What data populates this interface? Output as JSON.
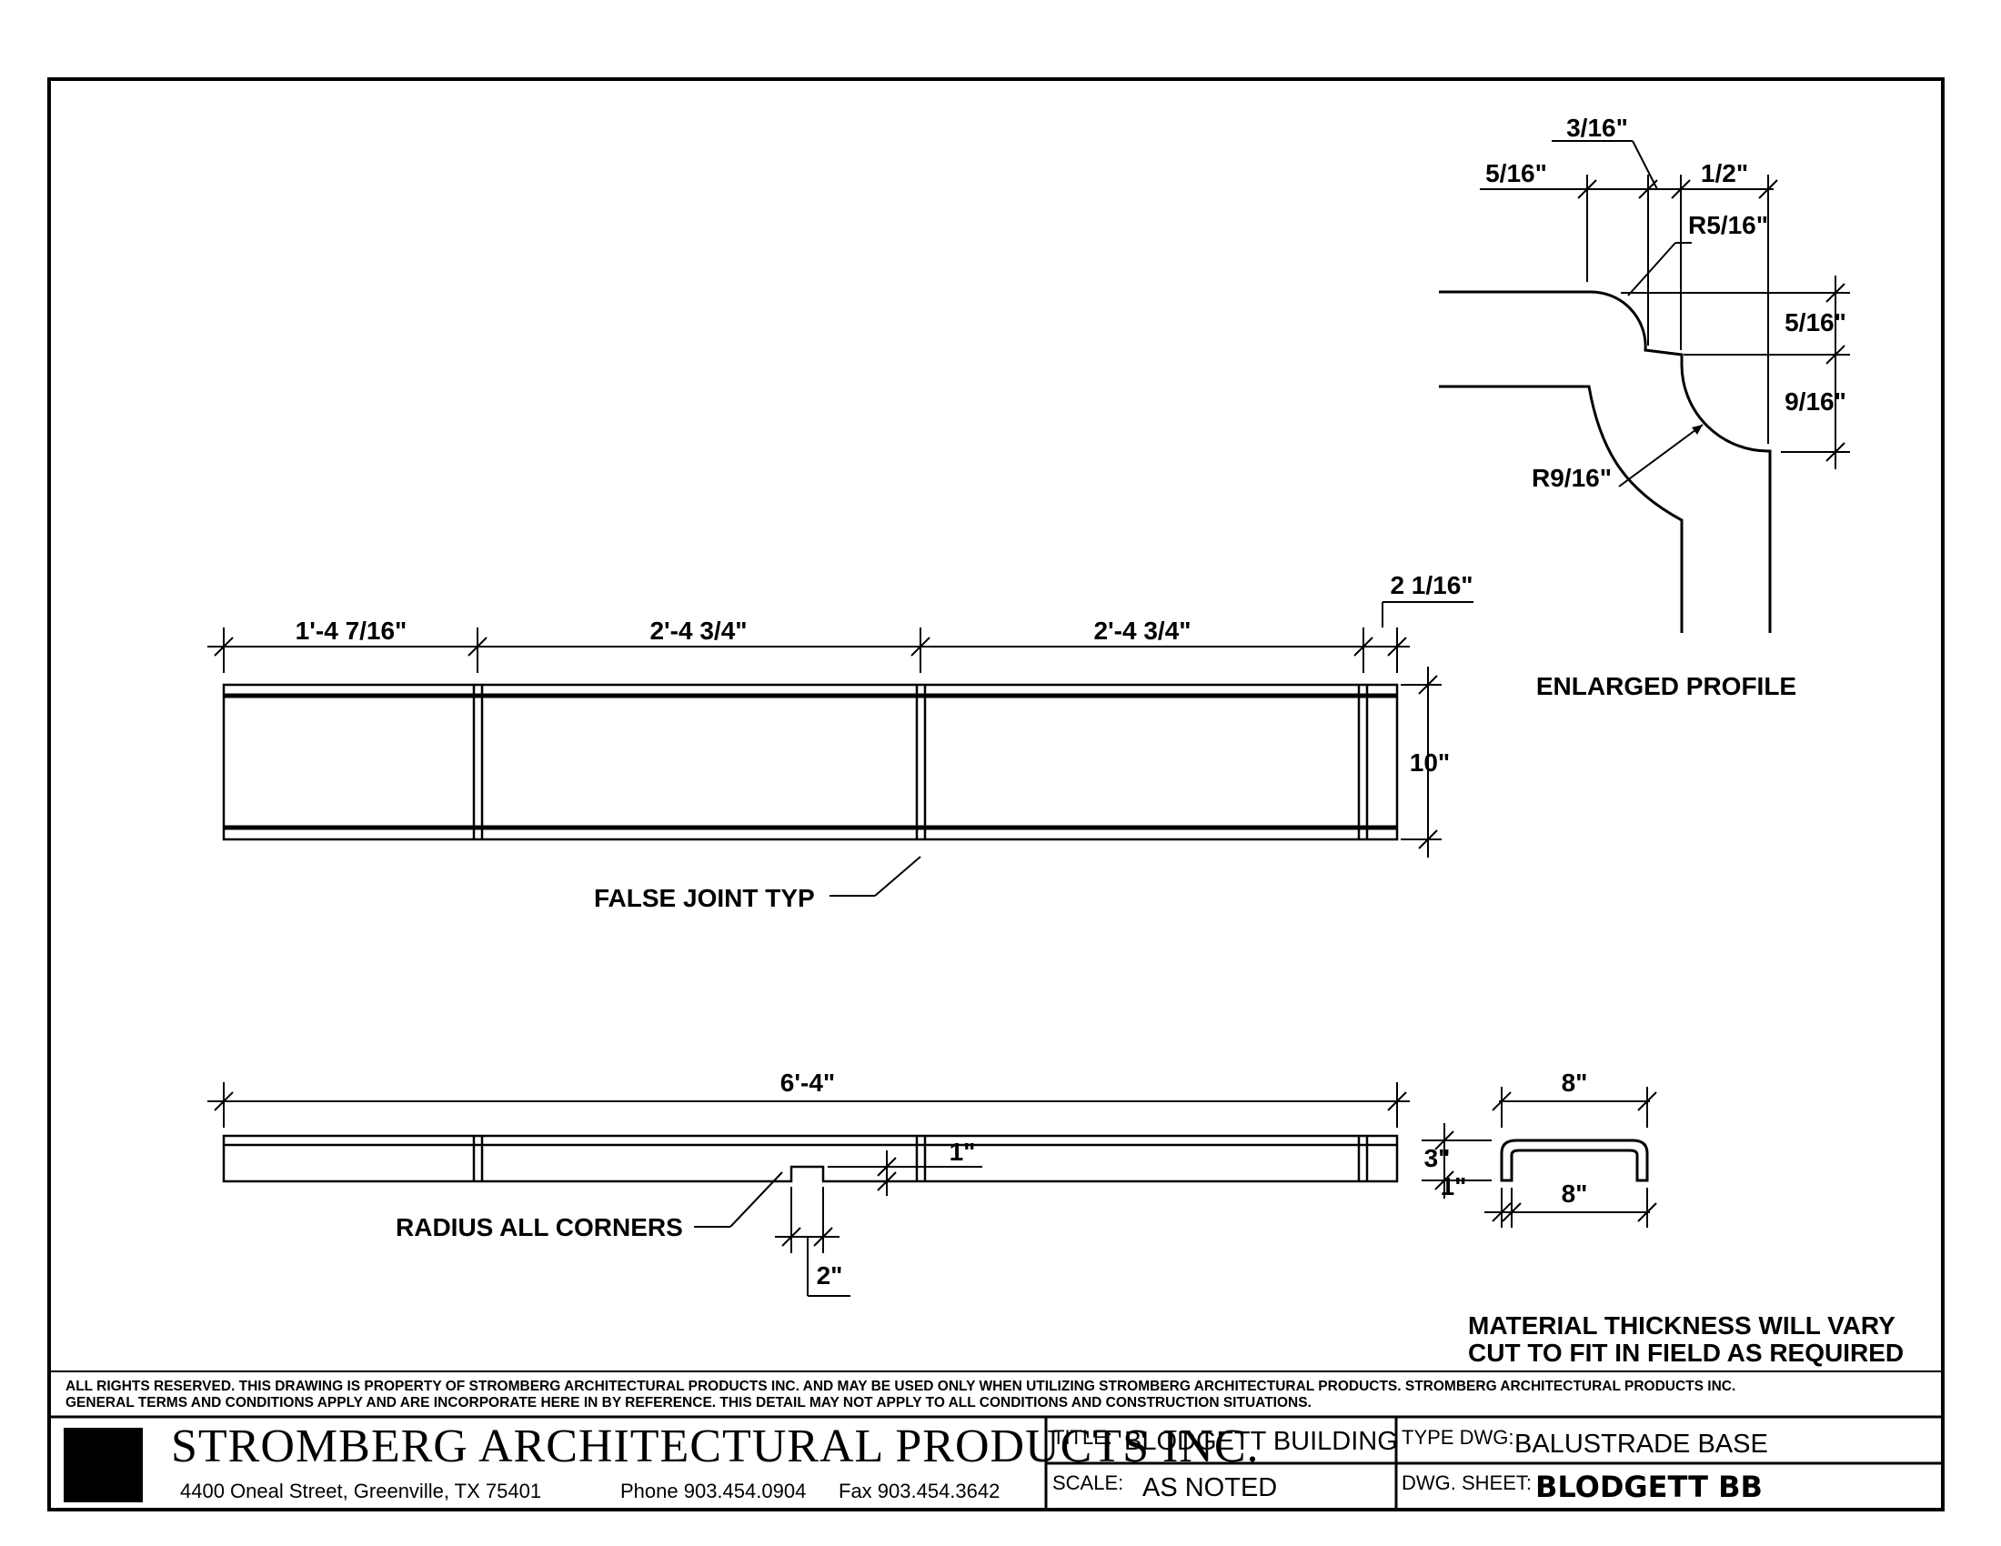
{
  "front_view": {
    "dims": [
      "1'-4 7/16\"",
      "2'-4 3/4\"",
      "2'-4 3/4\"",
      "2 1/16\""
    ],
    "height_dim": "10\"",
    "note": "FALSE JOINT TYP"
  },
  "profile": {
    "title": "ENLARGED PROFILE",
    "dims": {
      "top_a": "3/16\"",
      "top_b": "5/16\"",
      "top_c": "1/2\"",
      "radius_small": "R5/16\"",
      "right_a": "5/16\"",
      "right_b": "9/16\"",
      "radius_large": "R9/16\""
    }
  },
  "plan_view": {
    "length_dim": "6'-4\"",
    "notch_depth": "1\"",
    "notch_width": "2\"",
    "note": "RADIUS ALL CORNERS"
  },
  "section": {
    "top_width": "8\"",
    "height": "3\"",
    "thickness": "1\"",
    "bottom_width": "8\""
  },
  "notes": {
    "line1": "MATERIAL THICKNESS WILL VARY",
    "line2": "CUT TO FIT IN FIELD AS REQUIRED"
  },
  "disclaimer": {
    "line1": "ALL RIGHTS RESERVED. THIS DRAWING IS PROPERTY OF STROMBERG ARCHITECTURAL PRODUCTS INC. AND MAY BE USED ONLY WHEN UTILIZING STROMBERG ARCHITECTURAL PRODUCTS.  STROMBERG ARCHITECTURAL PRODUCTS INC.",
    "line2": "GENERAL TERMS AND CONDITIONS APPLY AND ARE INCORPORATE HERE IN BY REFERENCE.  THIS DETAIL MAY NOT APPLY TO ALL CONDITIONS AND CONSTRUCTION SITUATIONS."
  },
  "title_block": {
    "company": "STROMBERG ARCHITECTURAL PRODUCTS INC.",
    "address": "4400 Oneal Street, Greenville, TX  75401",
    "phone": "Phone 903.454.0904",
    "fax": "Fax 903.454.3642",
    "title_key": "TITLE:",
    "title_value": "BLODGETT BUILDING",
    "type_key": "TYPE DWG:",
    "type_value": "BALUSTRADE BASE",
    "scale_key": "SCALE:",
    "scale_value": "AS NOTED",
    "sheet_key": "DWG. SHEET:",
    "sheet_value": "BLODGETT BB"
  }
}
